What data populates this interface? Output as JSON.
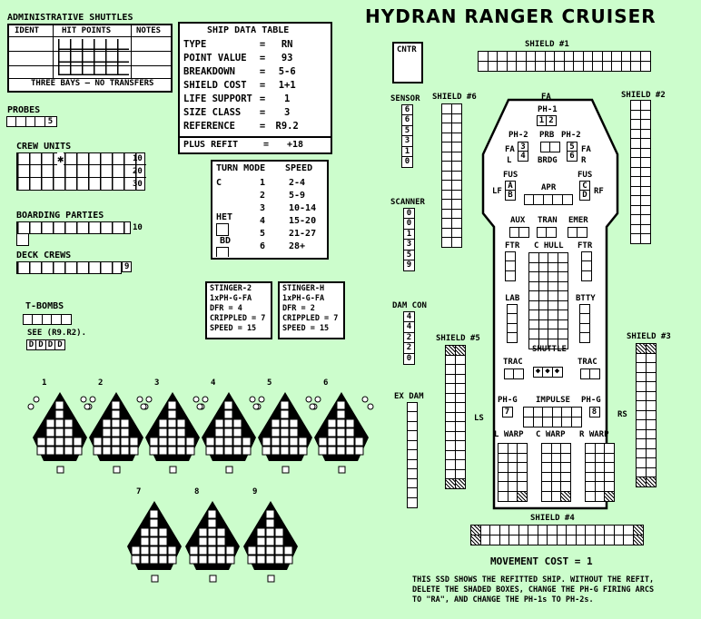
{
  "title": "HYDRAN RANGER CRUISER",
  "admin_shuttles": {
    "label": "ADMINISTRATIVE SHUTTLES",
    "headers": [
      "IDENT",
      "HIT POINTS",
      "NOTES"
    ],
    "footer": "THREE BAYS — NO TRANSFERS"
  },
  "probes": {
    "label": "PROBES",
    "value": "5"
  },
  "crew_units": {
    "label": "CREW UNITS",
    "marks": [
      "10",
      "20",
      "30"
    ]
  },
  "boarding_parties": {
    "label": "BOARDING PARTIES",
    "mark": "10"
  },
  "deck_crews": {
    "label": "DECK CREWS",
    "mark": "9"
  },
  "tbombs": {
    "label": "T-BOMBS",
    "note": "SEE (R9.R2).",
    "cells": [
      "D",
      "D",
      "D",
      "D"
    ]
  },
  "ship_data": {
    "heading": "SHIP DATA TABLE",
    "rows": [
      {
        "k": "TYPE",
        "v": "RN"
      },
      {
        "k": "POINT VALUE",
        "v": "93"
      },
      {
        "k": "BREAKDOWN",
        "v": "5-6"
      },
      {
        "k": "SHIELD COST",
        "v": "1+1"
      },
      {
        "k": "LIFE SUPPORT",
        "v": "1"
      },
      {
        "k": "SIZE CLASS",
        "v": "3"
      },
      {
        "k": "REFERENCE",
        "v": "R9.2"
      }
    ],
    "refit_k": "PLUS REFIT",
    "refit_v": "+18"
  },
  "turn_mode": {
    "headers": [
      "TURN MODE",
      "SPEED"
    ],
    "mode_letters": [
      "C",
      "HET",
      "BD"
    ],
    "rows": [
      {
        "n": "1",
        "s": "2-4"
      },
      {
        "n": "2",
        "s": "5-9"
      },
      {
        "n": "3",
        "s": "10-14"
      },
      {
        "n": "4",
        "s": "15-20"
      },
      {
        "n": "5",
        "s": "21-27"
      },
      {
        "n": "6",
        "s": "28+"
      }
    ]
  },
  "stinger2": [
    "STINGER-2",
    "1xPH-G-FA",
    "DFR = 4",
    "CRIPPLED = 7",
    "SPEED = 15"
  ],
  "stingerh": [
    "STINGER-H",
    "1xPH-G-FA",
    "DFR = 2",
    "CRIPPLED = 7",
    "SPEED = 15"
  ],
  "fighters": [
    "1",
    "2",
    "3",
    "4",
    "5",
    "6",
    "7",
    "8",
    "9"
  ],
  "cntr": "CNTR",
  "sensor": {
    "label": "SENSOR",
    "values": [
      "6",
      "6",
      "5",
      "3",
      "1",
      "0"
    ]
  },
  "scanner": {
    "label": "SCANNER",
    "values": [
      "0",
      "0",
      "1",
      "3",
      "5",
      "9"
    ]
  },
  "damcon": {
    "label": "DAM CON",
    "values": [
      "4",
      "4",
      "2",
      "2",
      "0"
    ]
  },
  "exdam": "EX DAM",
  "shields": {
    "s1": "SHIELD #1",
    "s2": "SHIELD #2",
    "s3": "SHIELD #3",
    "s4": "SHIELD #4",
    "s5": "SHIELD #5",
    "s6": "SHIELD #6"
  },
  "ship": {
    "fa": "FA",
    "ph1": "PH-1",
    "ph1_cells": [
      "1",
      "2"
    ],
    "ph2l": "PH-2",
    "prb": "PRB",
    "ph2r": "PH-2",
    "fa_l": "FA",
    "l": "L",
    "brdg": "BRDG",
    "fa_r": "FA",
    "r": "R",
    "ph2_left": [
      "3",
      "4"
    ],
    "ph2_right": [
      "5",
      "6"
    ],
    "fus_l": "FUS",
    "fus_r": "FUS",
    "lf": "LF",
    "apr": "APR",
    "rf": "RF",
    "fus_left_cells": [
      "A",
      "B"
    ],
    "fus_right_cells": [
      "C",
      "D"
    ],
    "aux": "AUX",
    "tran": "TRAN",
    "emer": "EMER",
    "ftr_l": "FTR",
    "chull": "C HULL",
    "ftr_r": "FTR",
    "lab": "LAB",
    "btty": "BTTY",
    "shuttle": "SHUTTLE",
    "trac_l": "TRAC",
    "trac_r": "TRAC",
    "phg_l": "PH-G",
    "impulse": "IMPULSE",
    "phg_r": "PH-G",
    "phg_l_cell": "7",
    "phg_r_cell": "8",
    "ls": "LS",
    "rs": "RS",
    "lwarp": "L WARP",
    "cwarp": "C WARP",
    "rwarp": "R WARP"
  },
  "movement": "MOVEMENT COST = 1",
  "note": [
    "THIS SSD SHOWS THE REFITTED SHIP. WITHOUT THE REFIT,",
    "DELETE THE SHADED BOXES, CHANGE THE PH-G FIRING ARCS",
    "TO \"RA\", AND CHANGE THE PH-1s TO PH-2s."
  ]
}
